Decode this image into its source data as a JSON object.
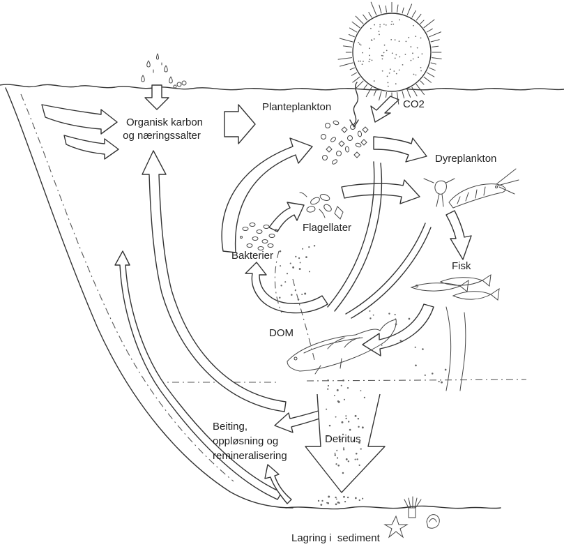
{
  "labels": {
    "organic_carbon": [
      "Organisk karbon",
      "og næringssalter"
    ],
    "phytoplankton": "Planteplankton",
    "co2": "CO2",
    "zooplankton": "Dyreplankton",
    "flagellates": "Flagellater",
    "bacteria": "Bakterier",
    "fish": "Fisk",
    "dom": "DOM",
    "grazing": [
      "Beiting,",
      "oppløsning og",
      "remineralisering"
    ],
    "detritus": "Detritus",
    "sediment": "Lagring i  sediment"
  },
  "icons": [
    "sun-icon",
    "rain-icon",
    "phytoplankton-icon",
    "zooplankton-icon",
    "flagellate-icon",
    "bacteria-icon",
    "fish-icon",
    "cod-icon",
    "starfish-icon",
    "anemone-icon",
    "mussel-icon"
  ]
}
